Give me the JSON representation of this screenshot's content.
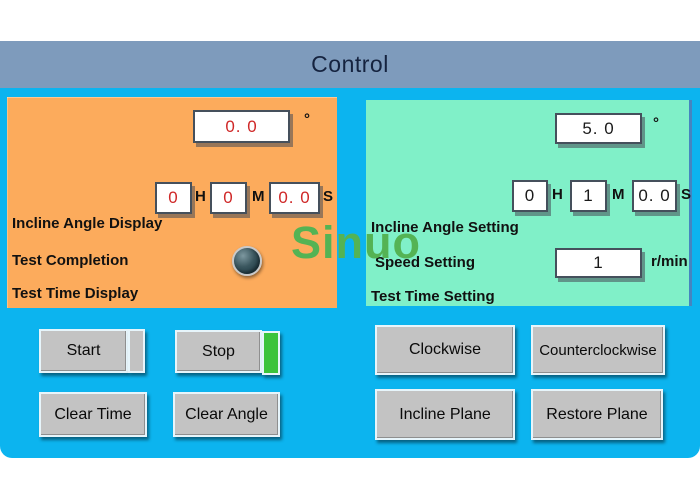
{
  "title_bar": {
    "title": "Control"
  },
  "watermark": {
    "text": "Sinuo"
  },
  "display_panel": {
    "angle_label": "Incline Angle Display",
    "angle_value": "0. 0",
    "angle_unit": "°",
    "time_label": "Test Time Display",
    "time_hours": "0",
    "unit_h": "H",
    "time_minutes": "0",
    "unit_m": "M",
    "time_seconds": "0. 0",
    "unit_s": "S",
    "completion_label": "Test Completion"
  },
  "setting_panel": {
    "angle_label": "Incline Angle  Setting",
    "angle_value": "5. 0",
    "angle_unit": "°",
    "time_label": "Test Time Setting",
    "time_hours": "0",
    "unit_h": "H",
    "time_minutes": "1",
    "unit_m": "M",
    "time_seconds": "0. 0",
    "unit_s": "S",
    "speed_label": "Speed Setting",
    "speed_value": "1",
    "speed_unit": "r/min"
  },
  "buttons": {
    "start": "Start",
    "stop": "Stop",
    "clear_time": "Clear Time",
    "clear_angle": "Clear Angle",
    "clockwise": "Clockwise",
    "counterclockwise": "Counterclockwise",
    "incline_plane": "Incline Plane",
    "restore_plane": "Restore Plane"
  },
  "indicators": {
    "start_lamp_color": "#c2c2c2",
    "stop_lamp_color": "#3cc33c",
    "completion_lamp_color": "#27434d"
  },
  "colors": {
    "background": "#ffffff",
    "titlebar": "#7e9bbc",
    "canvas": "#0cb4ef",
    "display_panel_bg": "#fcab5c",
    "setting_panel_bg": "#80f0c8",
    "display_value": "#cf2727",
    "setting_value": "#1a1a1a",
    "button_bg": "#c3c3c3",
    "watermark_color": "#54b354"
  }
}
